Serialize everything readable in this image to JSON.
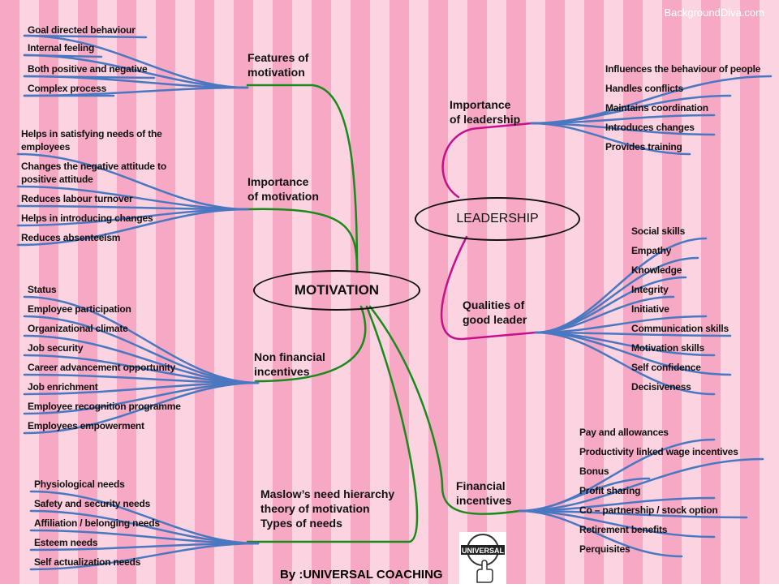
{
  "watermark": "BackgroundDiva.com",
  "credit": "By :UNIVERSAL COACHING",
  "logo": {
    "label": "UNIVERSAL",
    "icon": "thumbs-up-hand-icon"
  },
  "colors": {
    "stripe_dark": "#f7a8c4",
    "stripe_light": "#fbd3e1",
    "motivation_branch": "#1a8a1a",
    "leadership_branch": "#c8108c",
    "leaf_line": "#4a78c0",
    "motivation_oval": "#ffff00",
    "leadership_oval": "#f03c14"
  },
  "motivation": {
    "title": "MOTIVATION",
    "features": {
      "title": "Features of\nmotivation",
      "items": [
        "Goal directed behaviour",
        "Internal  feeling",
        "Both positive and negative",
        "Complex process"
      ]
    },
    "importance": {
      "title": "Importance\nof motivation",
      "items": [
        "Helps in satisfying needs of the employees",
        "Changes the negative attitude to positive attitude",
        "Reduces labour turnover",
        "Helps in introducing changes",
        "Reduces absenteeism"
      ]
    },
    "non_financial": {
      "title": "Non financial\nincentives",
      "items": [
        "Status",
        "Employee participation",
        "Organizational climate",
        "Job security",
        "Career advancement opportunity",
        "Job enrichment",
        "Employee recognition programme",
        "Employees empowerment"
      ]
    },
    "maslow": {
      "title": "Maslow’s need hierarchy\ntheory of motivation\nTypes of needs",
      "items": [
        "Physiological needs",
        "Safety and security needs",
        "Affiliation / belonging needs",
        "Esteem needs",
        "Self actualization needs"
      ]
    },
    "financial": {
      "title": "Financial\nincentives",
      "items": [
        "Pay and allowances",
        "Productivity linked wage incentives",
        "Bonus",
        "Profit sharing",
        "Co – partnership / stock option",
        "Retirement  benefits",
        "Perquisites"
      ]
    }
  },
  "leadership": {
    "title": "LEADERSHIP",
    "importance": {
      "title": "Importance\nof leadership",
      "items": [
        "Influences the behaviour of people",
        "Handles conflicts",
        "Maintains coordination",
        "Introduces changes",
        "Provides training"
      ]
    },
    "qualities": {
      "title": "Qualities of\ngood leader",
      "items": [
        "Social skills",
        "Empathy",
        "Knowledge",
        "Integrity",
        "Initiative",
        "Communication skills",
        "Motivation skills",
        "Self confidence",
        "Decisiveness"
      ]
    }
  }
}
